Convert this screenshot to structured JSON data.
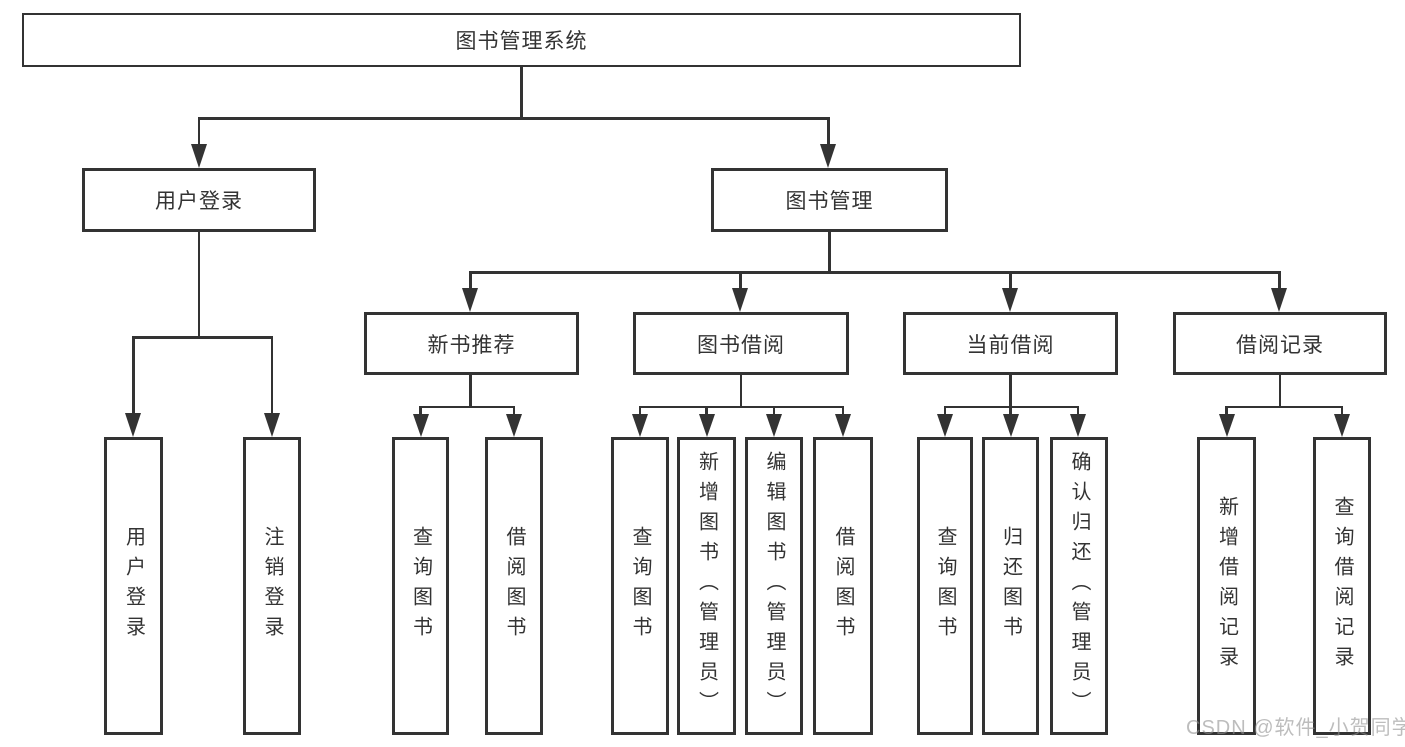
{
  "type": "tree-diagram",
  "root": {
    "label": "图书管理系统"
  },
  "branches": [
    {
      "label": "用户登录",
      "children": [
        {
          "label": "用户登录"
        },
        {
          "label": "注销登录"
        }
      ]
    },
    {
      "label": "图书管理",
      "children": [
        {
          "label": "新书推荐",
          "children": [
            {
              "label": "查询图书"
            },
            {
              "label": "借阅图书"
            }
          ]
        },
        {
          "label": "图书借阅",
          "children": [
            {
              "label": "查询图书"
            },
            {
              "label": "新增图书（管理员）"
            },
            {
              "label": "编辑图书（管理员）"
            },
            {
              "label": "借阅图书"
            }
          ]
        },
        {
          "label": "当前借阅",
          "children": [
            {
              "label": "查询图书"
            },
            {
              "label": "归还图书"
            },
            {
              "label": "确认归还（管理员）"
            }
          ]
        },
        {
          "label": "借阅记录",
          "children": [
            {
              "label": "新增借阅记录"
            },
            {
              "label": "查询借阅记录"
            }
          ]
        }
      ]
    }
  ],
  "watermark": {
    "text": "CSDN @软件_小贺同学"
  },
  "colors": {
    "line": "#333333",
    "text": "#333333",
    "background": "#ffffff",
    "watermark": "#919191"
  }
}
